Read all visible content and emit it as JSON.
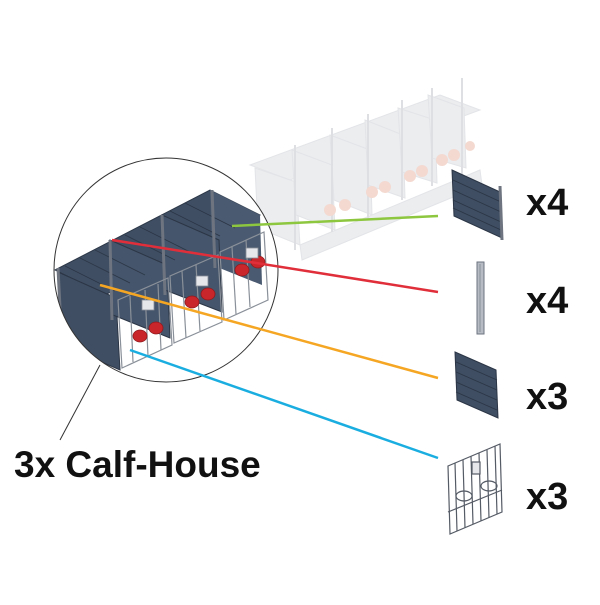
{
  "title": "3x Calf-House",
  "parts": [
    {
      "name": "back-wall-panel",
      "quantity": "x4",
      "line_color": "#8dc63f"
    },
    {
      "name": "post",
      "quantity": "x4",
      "line_color": "#e02f3a"
    },
    {
      "name": "side-wall-panel",
      "quantity": "x3",
      "line_color": "#f5a623"
    },
    {
      "name": "front-gate",
      "quantity": "x3",
      "line_color": "#1aaee0"
    }
  ],
  "colors": {
    "panel": "#3f4e63",
    "panel_light": "#c5cad2",
    "bucket": "#c9262b",
    "frame": "#6e7580"
  }
}
